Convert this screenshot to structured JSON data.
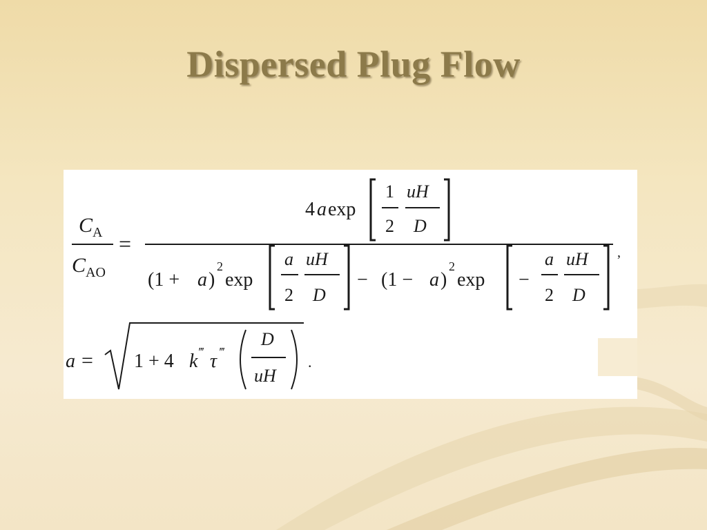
{
  "slide": {
    "title": "Dispersed Plug Flow"
  },
  "formula": {
    "lhs": {
      "numerator": {
        "symbol": "C",
        "subscript": "A"
      },
      "denominator": {
        "symbol": "C",
        "subscript": "AO"
      }
    },
    "equals": "=",
    "main_numerator": {
      "coef": "4",
      "var": "a",
      "fn": "exp",
      "frac1_num": "1",
      "frac1_den": "2",
      "frac2_num": "uH",
      "frac2_den": "D"
    },
    "term1": {
      "paren": "(1 + ",
      "var": "a",
      "close": ")",
      "exp": "2",
      "fn": "exp",
      "frac1_num": "a",
      "frac1_den": "2",
      "frac2_num": "uH",
      "frac2_den": "D"
    },
    "minus": "−",
    "term2": {
      "paren": "(1 − ",
      "var": "a",
      "close": ")",
      "exp": "2",
      "fn": "exp",
      "neg": "−",
      "frac1_num": "a",
      "frac1_den": "2",
      "frac2_num": "uH",
      "frac2_den": "D"
    },
    "comma": ",",
    "second": {
      "lhs": "a",
      "equals": "=",
      "radicand_lead": "1 + 4",
      "k": "k",
      "k_sup": "‴",
      "tau": "τ",
      "tau_sup": "‴",
      "frac_num": "D",
      "frac_den": "uH",
      "period": "."
    }
  }
}
